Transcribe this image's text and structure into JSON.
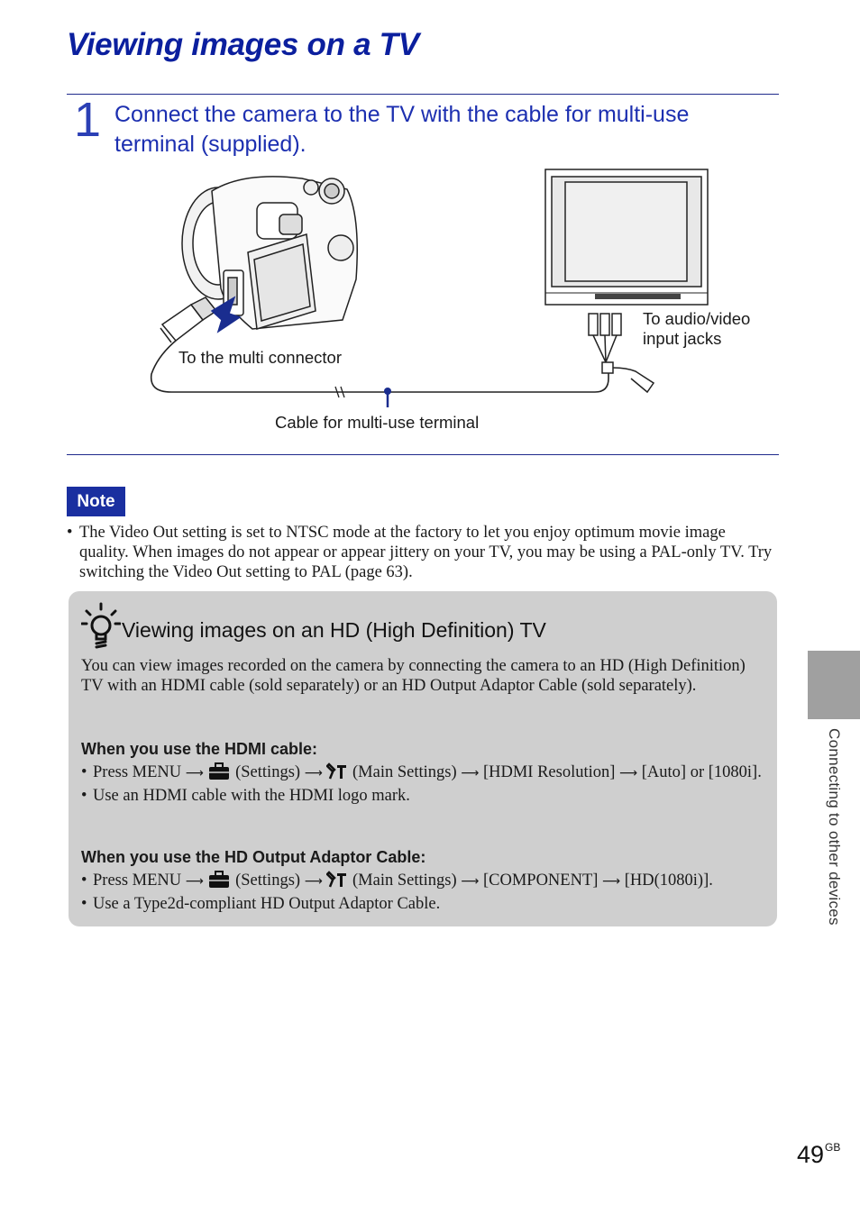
{
  "page": {
    "title": "Viewing images on a TV",
    "page_number": "49",
    "page_suffix": "GB",
    "side_tab_label": "Connecting to other devices"
  },
  "step": {
    "number": "1",
    "text": "Connect the camera to the TV with the cable for multi-use terminal (supplied)."
  },
  "diagram": {
    "label_multi_connector": "To the multi connector",
    "label_av_line1": "To audio/video",
    "label_av_line2": "input jacks",
    "label_cable": "Cable for multi-use terminal"
  },
  "note": {
    "badge": "Note",
    "items": [
      "The Video Out setting is set to NTSC mode at the factory to let you enjoy optimum movie image quality. When images do not appear or appear jittery on your TV, you may be using a PAL-only TV. Try switching the Video Out setting to PAL (page 63)."
    ]
  },
  "hint": {
    "title": "Viewing images on an HD (High Definition) TV",
    "body": "You can view images recorded on the camera by connecting the camera to an HD (High Definition) TV with an HDMI cable (sold separately) or an HD Output Adaptor Cable (sold separately).",
    "hdmi": {
      "heading": "When you use the HDMI cable:",
      "step1": {
        "a": "Press MENU",
        "b": "(Settings)",
        "c": "(Main Settings)",
        "d": "[HDMI Resolution]",
        "e": "[Auto] or [1080i]."
      },
      "item2": "Use an HDMI cable with the HDMI logo mark."
    },
    "adaptor": {
      "heading": "When you use the HD Output Adaptor Cable:",
      "step1": {
        "a": "Press MENU",
        "b": "(Settings)",
        "c": "(Main Settings)",
        "d": "[COMPONENT]",
        "e": "[HD(1080i)]."
      },
      "item2": "Use a Type2d-compliant HD Output Adaptor Cable."
    }
  }
}
